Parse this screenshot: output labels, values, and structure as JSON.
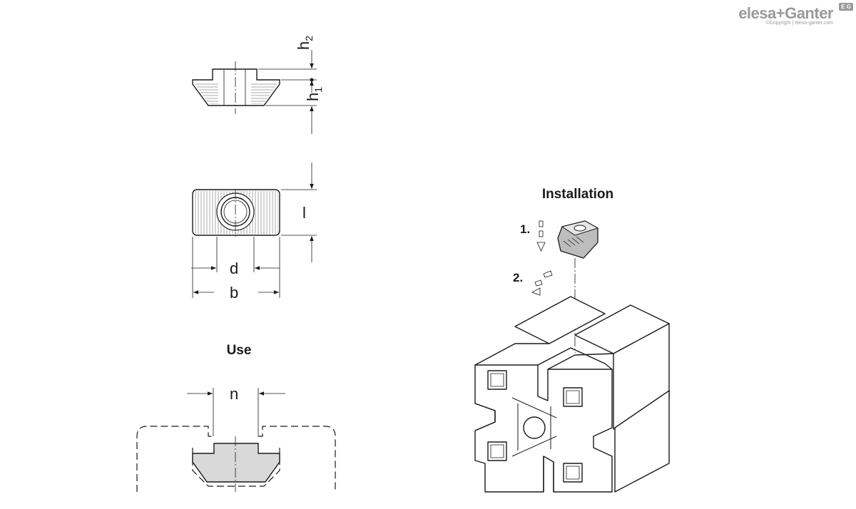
{
  "brand": {
    "name": "elesa+Ganter",
    "copyright": "©Copyright | elesa-ganter.com",
    "badge": "E G"
  },
  "side_view": {
    "h2_label": "h",
    "h2_sub": "2",
    "h1_label": "h",
    "h1_sub": "1"
  },
  "top_view": {
    "l_label": "l",
    "d_label": "d",
    "b_label": "b"
  },
  "use_section": {
    "title": "Use",
    "n_label": "n"
  },
  "installation": {
    "title": "Installation",
    "step1": "1.",
    "step2": "2."
  }
}
